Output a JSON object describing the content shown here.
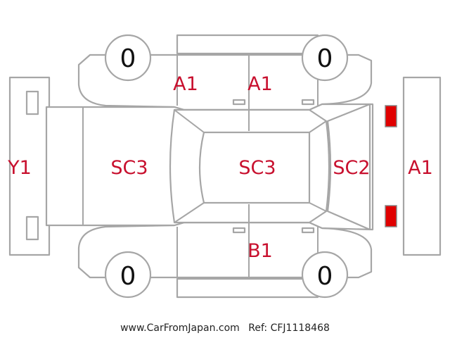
{
  "condition_codes": {
    "rear_bumper": "Y1",
    "rear_panel": "SC3",
    "roof": "SC3",
    "hood": "SC2",
    "front_bumper": "A1",
    "upper_rear_door": "A1",
    "upper_front_door": "A1",
    "lower_front_door": "B1"
  },
  "tires": {
    "upper_rear": "0",
    "upper_front": "0",
    "lower_rear": "0",
    "lower_front": "0"
  },
  "colors": {
    "outline": "#a6a6a6",
    "code_text": "#c8102e",
    "rear_lamp": "#ffff00",
    "front_lamp": "#e00000"
  },
  "footer": {
    "site": "www.CarFromJapan.com",
    "ref": "Ref: CFJ1118468"
  }
}
